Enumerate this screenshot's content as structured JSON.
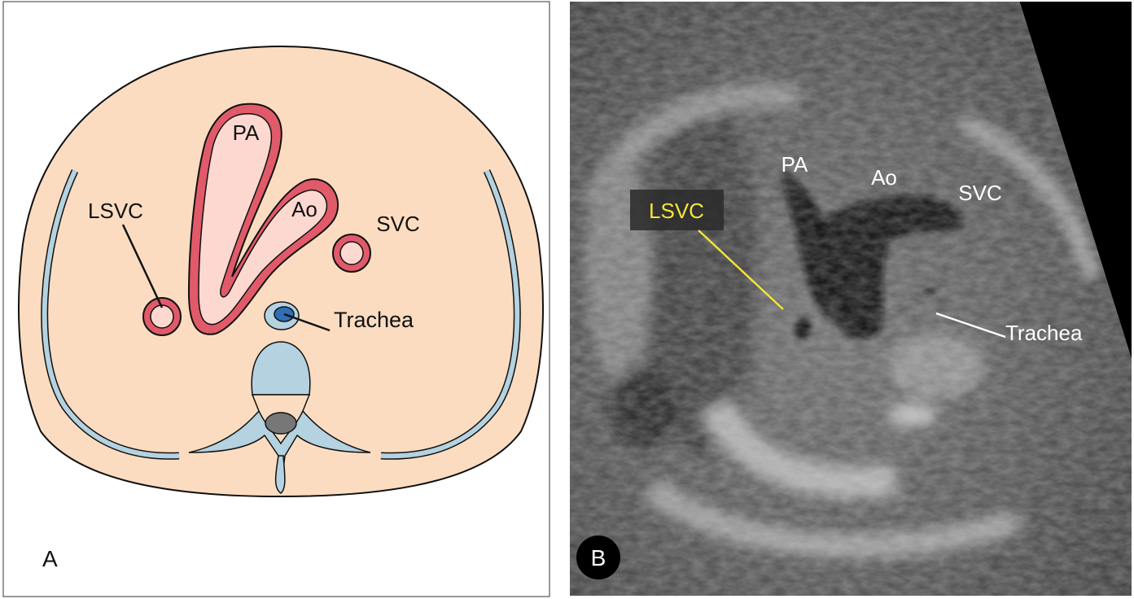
{
  "panel_a": {
    "letter": "A",
    "labels": {
      "pa": "PA",
      "ao": "Ao",
      "lsvc": "LSVC",
      "svc": "SVC",
      "trachea": "Trachea"
    }
  },
  "panel_b": {
    "letter": "B",
    "labels": {
      "pa": "PA",
      "ao": "Ao",
      "lsvc": "LSVC",
      "svc": "SVC",
      "trachea": "Trachea"
    }
  },
  "colors": {
    "body": "#fbdcc0",
    "vessel_wall": "#e05a6a",
    "vessel_lumen": "#fcd8d0",
    "bone": "#b4d2e0",
    "trachea": "#2f6fb5",
    "lsvc_highlight": "#f5e43a"
  }
}
